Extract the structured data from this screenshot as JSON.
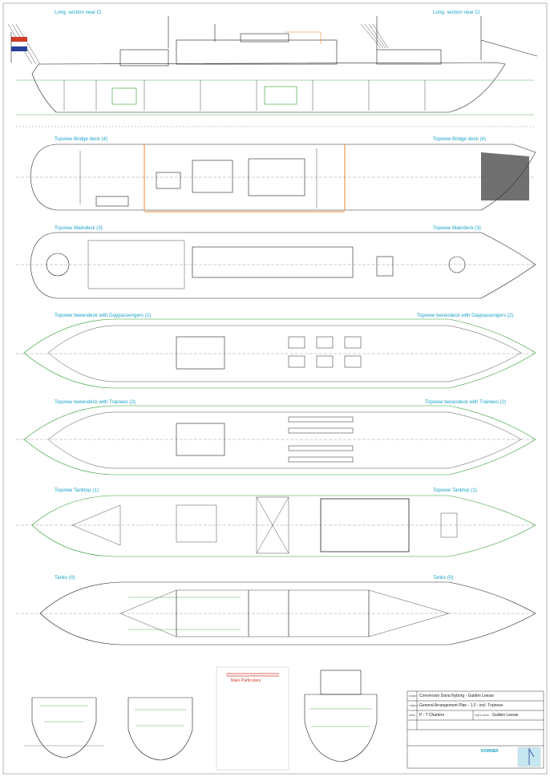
{
  "colors": {
    "line": "#222222",
    "hull_green": "#2f9a2f",
    "teal_label": "#1aa3c8",
    "orange_outline": "#e8872a",
    "red_accent": "#d23a2a",
    "flag_blue": "#2a3f9a",
    "paper": "#ffffff"
  },
  "views": {
    "long_section_left": "Long. section near Cl",
    "long_section_right": "Long. section near Cl",
    "bridge_left": "Topview Bridge deck (4)",
    "bridge_right": "Topview Bridge deck (4)",
    "maindeck_left": "Topview Maindeck (3)",
    "maindeck_right": "Topview Maindeck (3)",
    "tween_day_left": "Topview tweendeck with Daypassengers (2)",
    "tween_day_right": "Topview tweendeck with Daypassengers (2)",
    "tween_trainee_left": "Topview tweendeck with Trainees (2)",
    "tween_trainee_right": "Topview tweendeck with Trainees (2)",
    "tanktop_left": "Topview Tanktop (1)",
    "tanktop_right": "Topview Tanktop (1)",
    "tanks_left": "Tanks (0)",
    "tanks_right": "Tanks (0)"
  },
  "particulars": {
    "heading": "Main Particulars"
  },
  "title_block": {
    "project_key": "project",
    "project": "Conversion Dana Nyborg - Gulden Leeuw",
    "subject_key": "subject",
    "subject": "General Arrangement Plan - 1:2 - incl. Trainees",
    "client_key": "client",
    "client": "P - T Charters",
    "ship_key": "ship's name",
    "ship": "Gulden Leeuw",
    "company": "KORNER"
  },
  "icons": {
    "flag": "netherlands-flag-icon",
    "compass": "north-arrow-icon"
  }
}
